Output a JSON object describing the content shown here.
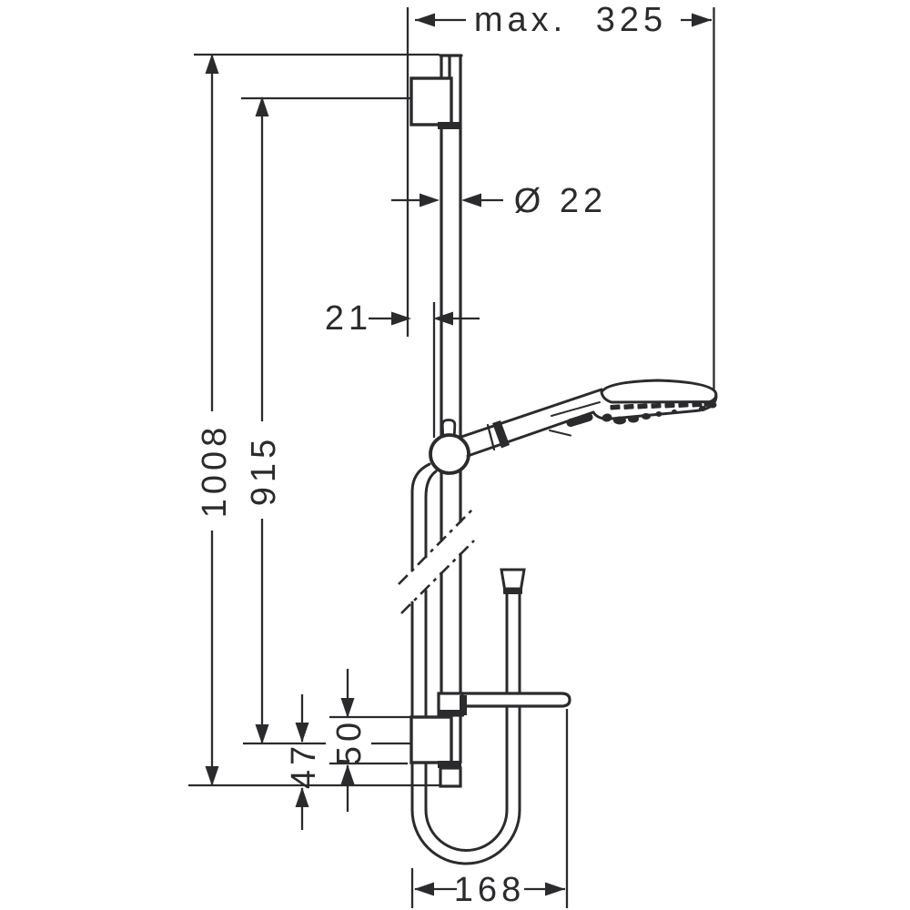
{
  "page": {
    "background": "#ffffff",
    "line_color": "#2b2b2e"
  },
  "labels": {
    "max_width": "max. 325",
    "diameter": "Ø 22",
    "offset_21": "21",
    "height_1008": "1008",
    "height_915": "915",
    "offset_47": "47",
    "offset_50": "50",
    "width_168": "168"
  }
}
